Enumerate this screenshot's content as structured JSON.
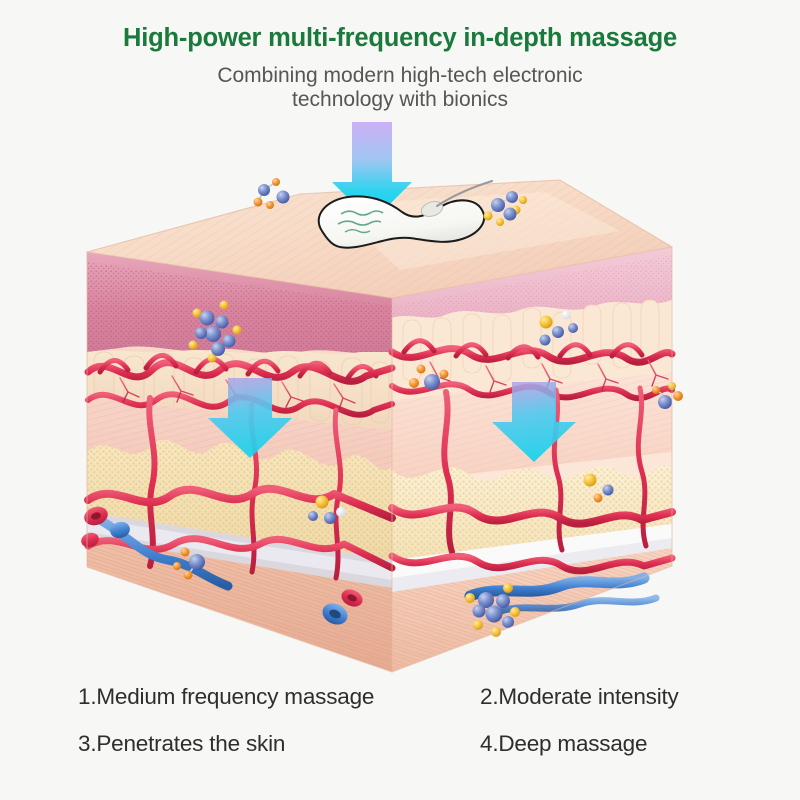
{
  "header": {
    "title": "High-power multi-frequency in-depth massage",
    "subtitle_line1": "Combining modern high-tech electronic",
    "subtitle_line2": "technology with bionics",
    "title_color": "#1a7a3c",
    "subtitle_color": "#565656"
  },
  "features": [
    {
      "id": 1,
      "label": "1.Medium frequency massage"
    },
    {
      "id": 2,
      "label": "2.Moderate intensity"
    },
    {
      "id": 3,
      "label": "3.Penetrates the skin"
    },
    {
      "id": 4,
      "label": "4.Deep massage"
    }
  ],
  "illustration": {
    "subject": "3d-skin-cross-section-block",
    "background_color": "#f7f7f5",
    "device": {
      "name": "electrode-pad",
      "body_color": "#fdfdfb",
      "outline_color": "#1a1a1a",
      "lead_wire_color": "#8f8f8f",
      "label_text_color": "#2f8f6a"
    },
    "arrows": [
      {
        "name": "arrow-surface",
        "gradient_from": "#c9a8f5",
        "gradient_to": "#22d8f0"
      },
      {
        "name": "arrow-dermis-left",
        "gradient_from": "#b39ae8",
        "gradient_to": "#22d8f0"
      },
      {
        "name": "arrow-dermis-right",
        "gradient_from": "#b39ae8",
        "gradient_to": "#22d8f0"
      }
    ],
    "layers": [
      {
        "name": "skin-surface",
        "label": "surface",
        "color": "#f6d8c6"
      },
      {
        "name": "epidermis",
        "label": "epidermis",
        "color": "#d98ca6"
      },
      {
        "name": "rete-ridges",
        "label": "rete ridges",
        "color": "#f6ddc6"
      },
      {
        "name": "dermis",
        "label": "dermis",
        "color": "#f7cfc4"
      },
      {
        "name": "subcutaneous-fat",
        "label": "subcutaneous fat",
        "color": "#f3dfb4"
      },
      {
        "name": "fascia",
        "label": "fascia",
        "color": "#d9d9e2"
      },
      {
        "name": "muscle",
        "label": "muscle",
        "color": "#edb79e"
      }
    ],
    "vessels": {
      "artery_color": "#e03a5c",
      "capillary_color": "#d52f52",
      "vein_color": "#3f7fd0"
    },
    "molecules": {
      "sphere_large_color": "#6d84c4",
      "sphere_small_color": "#f4c02c",
      "sphere_accent_color": "#f08a2a",
      "count_clusters": 8
    }
  }
}
